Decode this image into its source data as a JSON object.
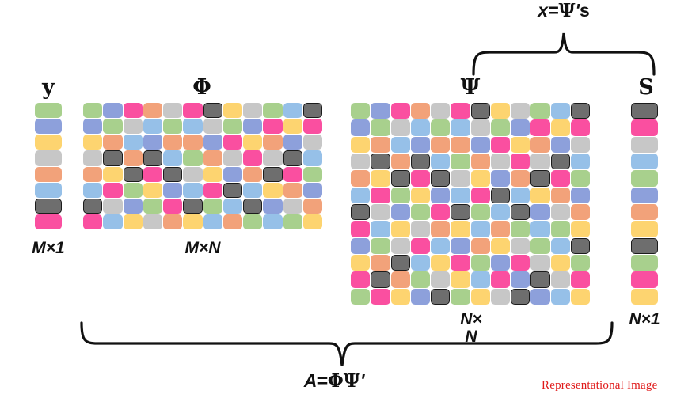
{
  "figure": {
    "caption": "Representational Image",
    "caption_color": "#e01b1b",
    "background": "#ffffff",
    "top_equation_plain": "x=Ψ's",
    "bottom_equation_plain": "A=ΦΨ'"
  },
  "palette": {
    "green": "#a8d08d",
    "blue": "#8da0db",
    "pink": "#fa4fa0",
    "orange": "#f2a27a",
    "gray": "#c7c7c7",
    "darkgray": "#6e6e6e",
    "yellow": "#fdd470",
    "lightblue": "#96c0e8"
  },
  "blocks": {
    "y": {
      "symbol": "y",
      "dimension": "M×1",
      "rows": 8,
      "cols": 1,
      "cells": [
        [
          "green"
        ],
        [
          "blue"
        ],
        [
          "yellow"
        ],
        [
          "gray"
        ],
        [
          "orange"
        ],
        [
          "lightblue"
        ],
        [
          "darkgray"
        ],
        [
          "pink"
        ]
      ]
    },
    "phi": {
      "symbol": "Φ",
      "dimension": "M×N",
      "rows": 8,
      "cols": 12,
      "cells": [
        [
          "green",
          "blue",
          "pink",
          "orange",
          "gray",
          "pink",
          "darkgray",
          "yellow",
          "gray",
          "green",
          "lightblue",
          "darkgray"
        ],
        [
          "blue",
          "green",
          "gray",
          "lightblue",
          "green",
          "lightblue",
          "gray",
          "green",
          "blue",
          "pink",
          "yellow",
          "pink"
        ],
        [
          "yellow",
          "orange",
          "lightblue",
          "blue",
          "orange",
          "orange",
          "blue",
          "pink",
          "yellow",
          "orange",
          "blue",
          "gray"
        ],
        [
          "gray",
          "darkgray",
          "orange",
          "darkgray",
          "lightblue",
          "green",
          "orange",
          "gray",
          "pink",
          "gray",
          "darkgray",
          "lightblue"
        ],
        [
          "orange",
          "yellow",
          "darkgray",
          "pink",
          "darkgray",
          "gray",
          "yellow",
          "blue",
          "orange",
          "darkgray",
          "pink",
          "green"
        ],
        [
          "lightblue",
          "pink",
          "green",
          "yellow",
          "blue",
          "lightblue",
          "pink",
          "darkgray",
          "lightblue",
          "yellow",
          "orange",
          "blue"
        ],
        [
          "darkgray",
          "gray",
          "blue",
          "green",
          "pink",
          "darkgray",
          "green",
          "lightblue",
          "darkgray",
          "blue",
          "gray",
          "orange"
        ],
        [
          "pink",
          "lightblue",
          "yellow",
          "gray",
          "orange",
          "yellow",
          "lightblue",
          "orange",
          "green",
          "lightblue",
          "green",
          "yellow"
        ]
      ]
    },
    "psi": {
      "symbol": "Ψ",
      "dimension": "N×\nN",
      "rows": 12,
      "cols": 12,
      "cells": [
        [
          "green",
          "blue",
          "pink",
          "orange",
          "gray",
          "pink",
          "darkgray",
          "yellow",
          "gray",
          "green",
          "lightblue",
          "darkgray"
        ],
        [
          "blue",
          "green",
          "gray",
          "lightblue",
          "green",
          "lightblue",
          "gray",
          "green",
          "blue",
          "pink",
          "yellow",
          "pink"
        ],
        [
          "yellow",
          "orange",
          "lightblue",
          "blue",
          "orange",
          "orange",
          "blue",
          "pink",
          "yellow",
          "orange",
          "blue",
          "gray"
        ],
        [
          "gray",
          "darkgray",
          "orange",
          "darkgray",
          "lightblue",
          "green",
          "orange",
          "gray",
          "pink",
          "gray",
          "darkgray",
          "lightblue"
        ],
        [
          "orange",
          "yellow",
          "darkgray",
          "pink",
          "darkgray",
          "gray",
          "yellow",
          "blue",
          "orange",
          "darkgray",
          "pink",
          "green"
        ],
        [
          "lightblue",
          "pink",
          "green",
          "yellow",
          "blue",
          "lightblue",
          "pink",
          "darkgray",
          "lightblue",
          "yellow",
          "orange",
          "blue"
        ],
        [
          "darkgray",
          "gray",
          "blue",
          "green",
          "pink",
          "darkgray",
          "green",
          "lightblue",
          "darkgray",
          "blue",
          "gray",
          "orange"
        ],
        [
          "pink",
          "lightblue",
          "yellow",
          "gray",
          "orange",
          "yellow",
          "lightblue",
          "orange",
          "green",
          "lightblue",
          "green",
          "yellow"
        ],
        [
          "blue",
          "green",
          "gray",
          "pink",
          "lightblue",
          "blue",
          "orange",
          "yellow",
          "gray",
          "green",
          "lightblue",
          "darkgray"
        ],
        [
          "yellow",
          "orange",
          "darkgray",
          "lightblue",
          "yellow",
          "pink",
          "green",
          "blue",
          "pink",
          "gray",
          "yellow",
          "green"
        ],
        [
          "pink",
          "darkgray",
          "orange",
          "green",
          "gray",
          "yellow",
          "lightblue",
          "pink",
          "blue",
          "darkgray",
          "gray",
          "pink"
        ],
        [
          "green",
          "pink",
          "yellow",
          "blue",
          "darkgray",
          "green",
          "yellow",
          "gray",
          "darkgray",
          "blue",
          "lightblue",
          "yellow"
        ]
      ]
    },
    "s": {
      "symbol": "S",
      "dimension": "N×1",
      "rows": 12,
      "cols": 1,
      "cells": [
        [
          "darkgray"
        ],
        [
          "pink"
        ],
        [
          "gray"
        ],
        [
          "lightblue"
        ],
        [
          "green"
        ],
        [
          "blue"
        ],
        [
          "orange"
        ],
        [
          "yellow"
        ],
        [
          "darkgray"
        ],
        [
          "green"
        ],
        [
          "pink"
        ],
        [
          "yellow"
        ]
      ]
    }
  },
  "annotations": {
    "top_brace_label_parts": {
      "lhs": "x=",
      "greek": "Ψ",
      "prime": "'",
      "rhs": "s"
    },
    "bottom_brace_label_parts": {
      "lhs": "A=",
      "greek1": "Φ",
      "greek2": "Ψ",
      "prime": "'"
    }
  }
}
